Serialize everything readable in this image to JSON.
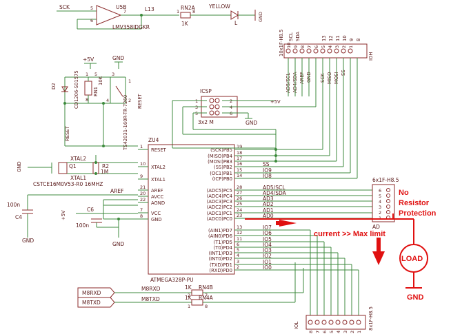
{
  "opamp": {
    "name": "U5B",
    "part": "LMV358IDGKR",
    "pin_in_pos": "5",
    "pin_in_neg": "6",
    "pin_out": "7",
    "net_in": "SCK",
    "net_out": "L13"
  },
  "led_resistor": {
    "name": "RN2A",
    "value": "1K",
    "pin_a": "1",
    "pin_b": "8"
  },
  "led": {
    "name": "YELLOW",
    "ref": "L",
    "gnd": "GND"
  },
  "power": {
    "vcc": "+5V",
    "gnd": "GND"
  },
  "reset_block": {
    "diode": "D2",
    "diode_part": "CD1206-S01575",
    "rn": "RN1",
    "rn_value": "10K",
    "rn_pin_a": "1",
    "rn_pin_b": "8",
    "switch_part": "TS42031-160R-TR-7260",
    "switch_label": "RESET",
    "reset_net": "RESET",
    "pin_a": "1",
    "pin_b": "2",
    "pin_c": "3",
    "pin_d": "4",
    "pin_e": "5"
  },
  "icsp": {
    "name": "ICSP",
    "type": "3x2 M",
    "pins": [
      "1",
      "2",
      "3",
      "4",
      "5",
      "6"
    ],
    "vcc": "+5V",
    "gnd": "GND"
  },
  "ioh": {
    "name": "IOH",
    "type": "10x1F-H8.5",
    "pins": [
      "10",
      "9",
      "8",
      "7",
      "6",
      "5",
      "4",
      "3",
      "2",
      "1"
    ],
    "labels": [
      "AD5/SCL",
      "AD4/SDA",
      "AREF",
      "GND",
      "13",
      "12",
      "11",
      "10",
      "9",
      "8"
    ],
    "pin_nums": [
      "13",
      "12",
      "11",
      "10",
      "9",
      "8"
    ],
    "net_labels": [
      "AD5/SCL",
      "AD4/SDA",
      "AREF",
      "GND",
      "SCK",
      "MISO",
      "MOSI",
      "SS"
    ],
    "top_labels": [
      "SCL",
      "SDA"
    ]
  },
  "crystal": {
    "xtal1": "XTAL1",
    "xtal2": "XTAL2",
    "name": "Q1",
    "part": "CSTCE16M0V53-R0 16MHZ",
    "r": "R2",
    "r_value": "1M",
    "gnd": "GND"
  },
  "aref": {
    "net": "AREF",
    "cap": "C4",
    "cap_value": "100n",
    "gnd": "GND"
  },
  "avcc": {
    "cap": "C6",
    "cap_value": "100n",
    "vcc": "+5V",
    "gnd": "GND"
  },
  "mcu": {
    "name": "ZU4",
    "part": "ATMEGA328P-PU",
    "left_pins": [
      {
        "num": "1",
        "name": "RESET"
      },
      {
        "num": "10",
        "name": "XTAL2"
      },
      {
        "num": "9",
        "name": "XTAL1"
      },
      {
        "num": "21",
        "name": "AREF"
      },
      {
        "num": "20",
        "name": "AVCC"
      },
      {
        "num": "22",
        "name": "AGND"
      },
      {
        "num": "7",
        "name": "VCC"
      },
      {
        "num": "8",
        "name": "GND"
      }
    ],
    "right_pins": [
      {
        "num": "19",
        "name": "(SCK)PB5",
        "net": ""
      },
      {
        "num": "18",
        "name": "(MISO)PB4",
        "net": ""
      },
      {
        "num": "17",
        "name": "(MOSI)PB3",
        "net": ""
      },
      {
        "num": "16",
        "name": "(SS)PB2",
        "net": "SS"
      },
      {
        "num": "15",
        "name": "(OC1)PB1",
        "net": "IO9"
      },
      {
        "num": "14",
        "name": "(ICP)PB0",
        "net": "IO8"
      },
      {
        "num": "28",
        "name": "(ADC5)PC5",
        "net": "AD5/SCL"
      },
      {
        "num": "27",
        "name": "(ADC4)PC4",
        "net": "AD4/SDA"
      },
      {
        "num": "26",
        "name": "(ADC3)PC3",
        "net": "AD3"
      },
      {
        "num": "25",
        "name": "(ADC2)PC2",
        "net": "AD2"
      },
      {
        "num": "24",
        "name": "(ADC1)PC1",
        "net": "AD1"
      },
      {
        "num": "23",
        "name": "(ADC0)PC0",
        "net": "AD0"
      },
      {
        "num": "13",
        "name": "(AIN1)PD7",
        "net": "IO7"
      },
      {
        "num": "12",
        "name": "(AIN0)PD6",
        "net": "IO6"
      },
      {
        "num": "11",
        "name": "(T1)PD5",
        "net": "IO5"
      },
      {
        "num": "6",
        "name": "(T0)PD4",
        "net": "IO4"
      },
      {
        "num": "5",
        "name": "(INT1)PD3",
        "net": "IO3"
      },
      {
        "num": "4",
        "name": "(INT0)PD2",
        "net": "IO2"
      },
      {
        "num": "3",
        "name": "(TXD)PD1",
        "net": "IO1"
      },
      {
        "num": "2",
        "name": "(RXD)PD0",
        "net": "IO0"
      }
    ]
  },
  "ad_header": {
    "name": "AD",
    "type": "6x1F-H8.5",
    "pins": [
      "6",
      "5",
      "4",
      "3",
      "2",
      "1"
    ]
  },
  "serial": {
    "rx_port": "M8RXD",
    "tx_port": "M8TXD",
    "rx_net": "M8RXD",
    "tx_net": "M8TXD",
    "rn_b": "RN4B",
    "rn_a": "RN4A",
    "value": "1K",
    "rn_b_pins": [
      "2",
      "7"
    ],
    "rn_a_pins": [
      "1",
      "8"
    ]
  },
  "iol": {
    "name": "IOL",
    "type": "8x1F-H8.5",
    "pins": [
      "8",
      "7",
      "6",
      "5",
      "4",
      "3",
      "2",
      "1"
    ]
  },
  "annotation": {
    "no_resistor": [
      "No",
      "Resistor",
      "Protection"
    ],
    "current": "current >> Max limit",
    "load": "LOAD",
    "gnd": "GND",
    "color": "#e01010"
  }
}
